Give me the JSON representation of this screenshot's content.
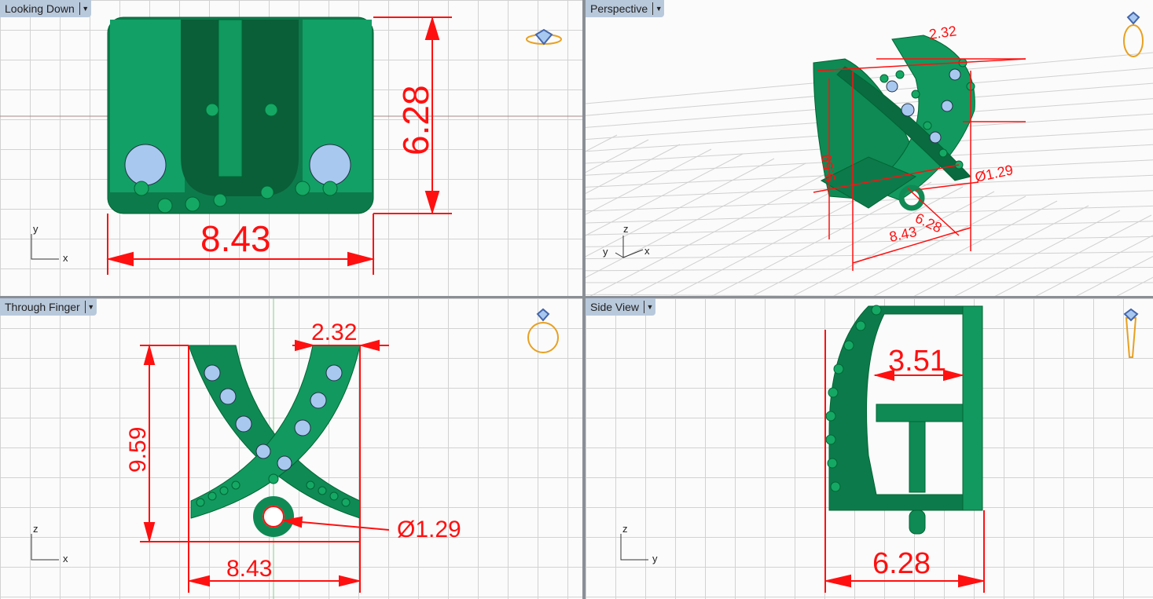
{
  "viewports": [
    {
      "title": "Looking Down",
      "dims": {
        "height": "6.28",
        "width": "8.43"
      },
      "axes": {
        "v": "y",
        "h": "x"
      }
    },
    {
      "title": "Perspective",
      "dims": {
        "top": "2.32",
        "height": "9.59",
        "diameter": "Ø1.29",
        "depth": "6.28",
        "width": "8.43"
      },
      "axes": {
        "v": "z",
        "h": "x",
        "d": "y"
      }
    },
    {
      "title": "Through Finger",
      "dims": {
        "top": "2.32",
        "height": "9.59",
        "diameter": "Ø1.29",
        "width": "8.43"
      },
      "axes": {
        "v": "z",
        "h": "x"
      }
    },
    {
      "title": "Side View",
      "dims": {
        "inner": "3.51",
        "width": "6.28"
      },
      "axes": {
        "v": "z",
        "h": "y"
      }
    }
  ],
  "colors": {
    "model": "#0f8a55",
    "dimension": "#ff1010",
    "stone": "#a9c8f0",
    "grid": "#d2d2d2",
    "title_bar": "#b9c9dc"
  },
  "icons": [
    "ring-top-icon",
    "ring-perspective-icon",
    "ring-front-icon",
    "ring-side-icon",
    "viewport-menu-chevron-icon"
  ]
}
